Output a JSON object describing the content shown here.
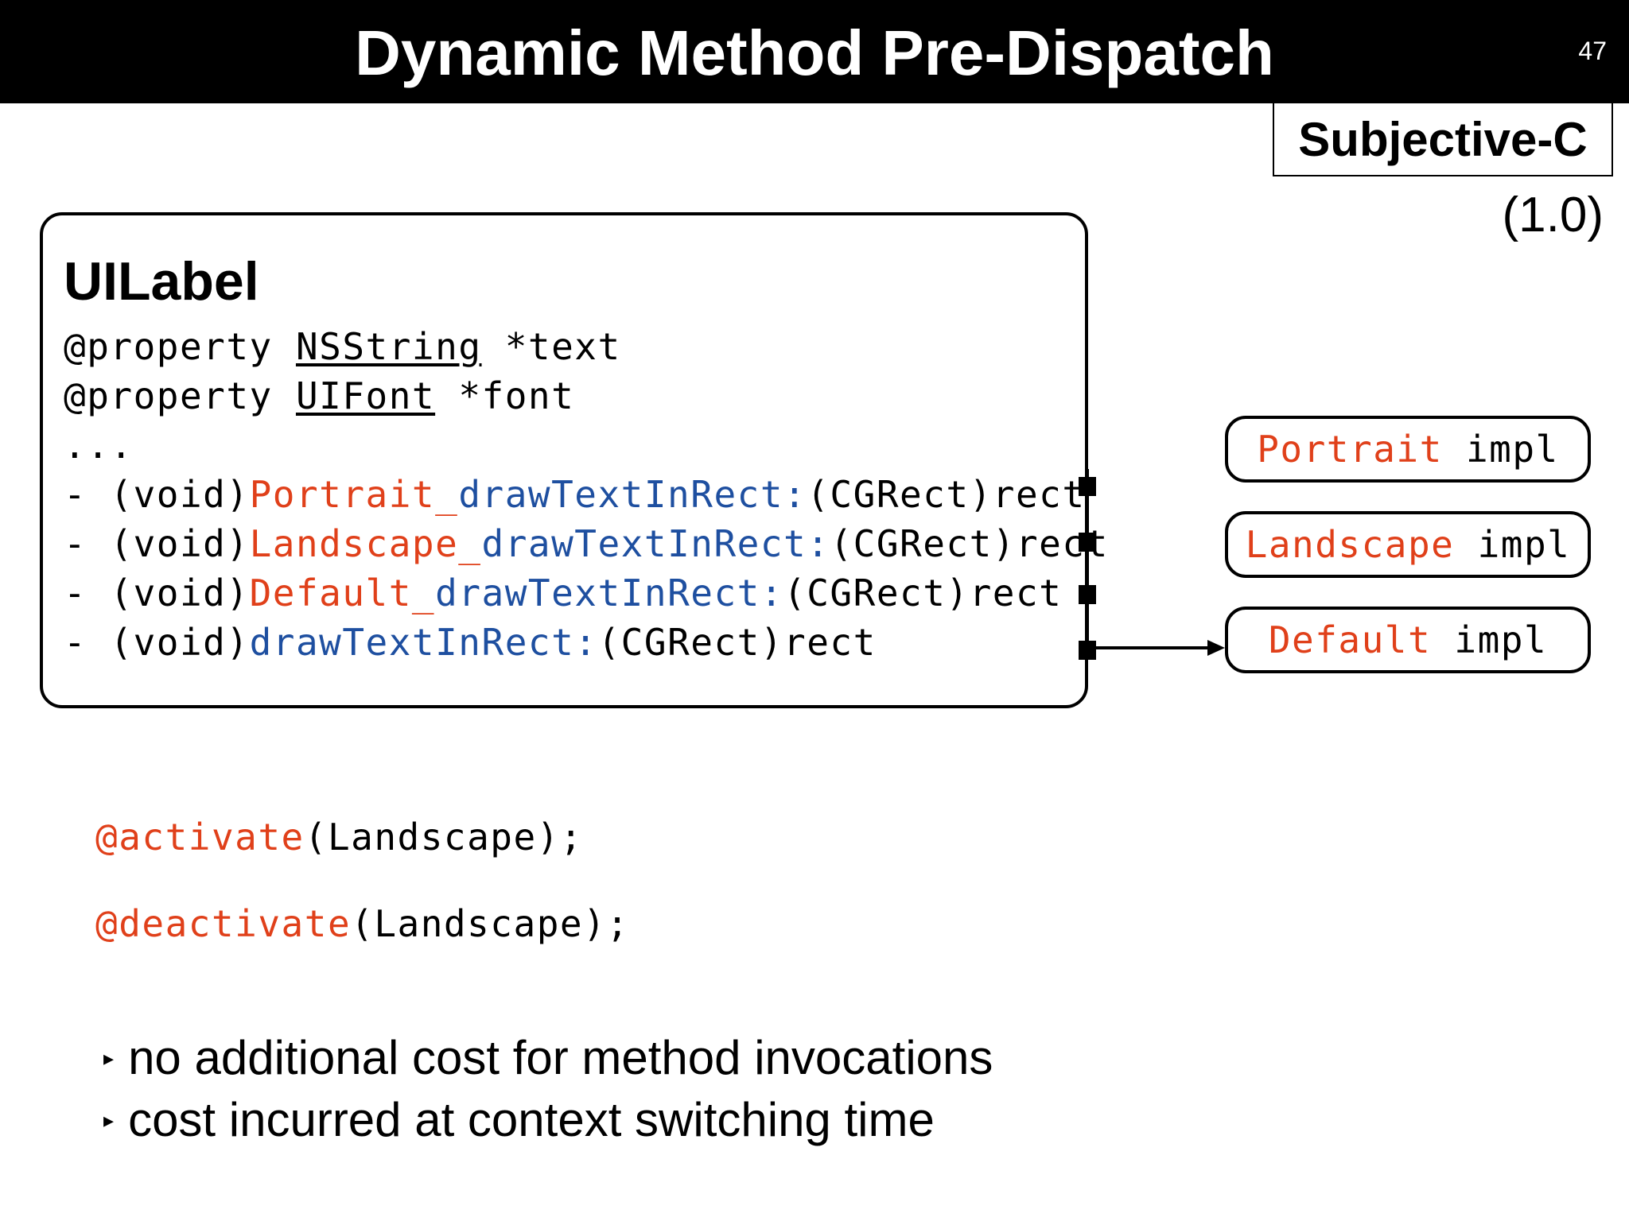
{
  "header": {
    "title": "Dynamic Method Pre-Dispatch",
    "page_number": "47"
  },
  "badge": {
    "label": "Subjective-C",
    "version": "(1.0)"
  },
  "class_box": {
    "name": "UILabel",
    "prop_keyword": "@property",
    "property_1_type": "NSString",
    "property_1_name": "*text",
    "property_2_type": "UIFont",
    "property_2_name": "*font",
    "ellipsis": "...",
    "method_prefix": "- (void)",
    "method_suffix": "(CGRect)rect",
    "methods": [
      {
        "context": "Portrait_",
        "selector": "drawTextInRect:"
      },
      {
        "context": "Landscape_",
        "selector": "drawTextInRect:"
      },
      {
        "context": "Default_",
        "selector": "drawTextInRect:"
      },
      {
        "context": "",
        "selector": "drawTextInRect:"
      }
    ]
  },
  "implementations": [
    {
      "context": "Portrait",
      "suffix": " impl"
    },
    {
      "context": "Landscape",
      "suffix": " impl"
    },
    {
      "context": "Default",
      "suffix": " impl"
    }
  ],
  "snippets": {
    "activate_keyword": "@activate",
    "activate_args": "(Landscape);",
    "deactivate_keyword": "@deactivate",
    "deactivate_args": "(Landscape);"
  },
  "bullets": [
    "no additional cost for method invocations",
    "cost incurred at context switching time"
  ],
  "colors": {
    "context_red": "#e0401a",
    "selector_blue": "#1e4fa0"
  }
}
